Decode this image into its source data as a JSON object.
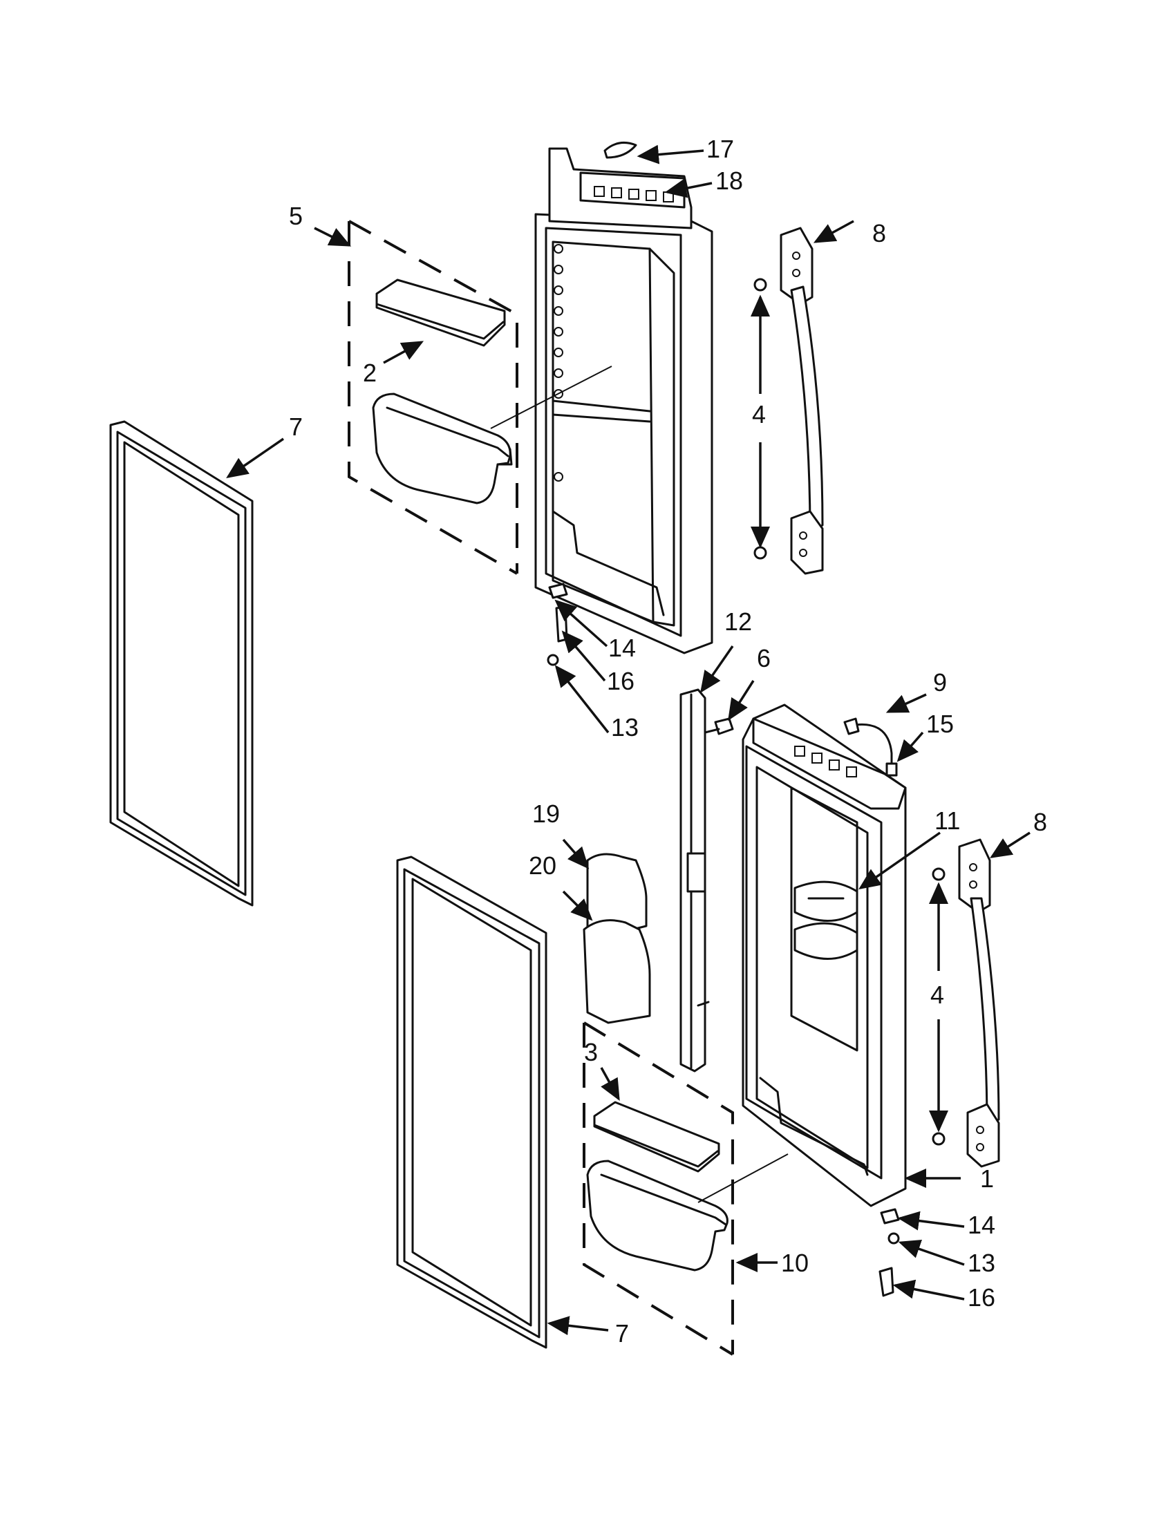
{
  "callouts": {
    "c1": "1",
    "c2": "2",
    "c3": "3",
    "c4a": "4",
    "c4b": "4",
    "c5": "5",
    "c6": "6",
    "c7a": "7",
    "c7b": "7",
    "c8a": "8",
    "c8b": "8",
    "c9": "9",
    "c10": "10",
    "c11": "11",
    "c12": "12",
    "c13a": "13",
    "c13b": "13",
    "c14a": "14",
    "c14b": "14",
    "c15": "15",
    "c16a": "16",
    "c16b": "16",
    "c17": "17",
    "c18": "18",
    "c19": "19",
    "c20": "20"
  }
}
